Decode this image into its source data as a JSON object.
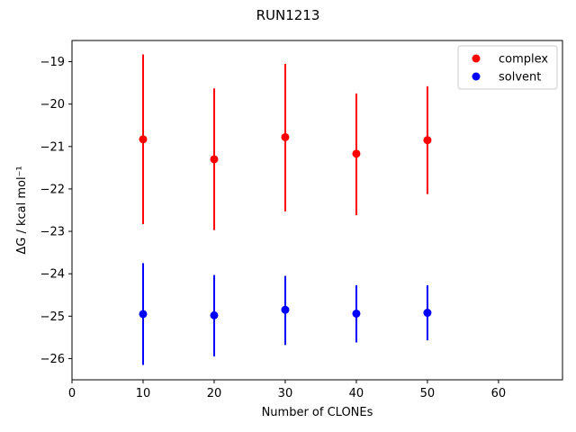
{
  "chart_data": {
    "type": "scatter",
    "title": "RUN1213",
    "xlabel": "Number of CLONEs",
    "ylabel": "ΔG / kcal mol⁻¹",
    "xlim": [
      0,
      69
    ],
    "ylim": [
      -26.5,
      -18.5
    ],
    "xticks": [
      0,
      10,
      20,
      30,
      40,
      50,
      60
    ],
    "yticks": [
      -26,
      -25,
      -24,
      -23,
      -22,
      -21,
      -20,
      -19
    ],
    "grid": false,
    "legend_position": "top-right",
    "series": [
      {
        "name": "complex",
        "color": "#ff0000",
        "x": [
          10,
          20,
          30,
          40,
          50
        ],
        "y": [
          -20.83,
          -21.3,
          -20.78,
          -21.17,
          -20.85
        ],
        "err_low": [
          -22.83,
          -22.97,
          -22.53,
          -22.62,
          -22.12
        ],
        "err_high": [
          -18.83,
          -19.63,
          -19.05,
          -19.75,
          -19.58
        ]
      },
      {
        "name": "solvent",
        "color": "#0000ff",
        "x": [
          10,
          20,
          30,
          40,
          50
        ],
        "y": [
          -24.95,
          -24.98,
          -24.85,
          -24.94,
          -24.92
        ],
        "err_low": [
          -26.15,
          -25.95,
          -25.68,
          -25.62,
          -25.57
        ],
        "err_high": [
          -23.75,
          -24.03,
          -24.05,
          -24.27,
          -24.27
        ]
      }
    ]
  }
}
